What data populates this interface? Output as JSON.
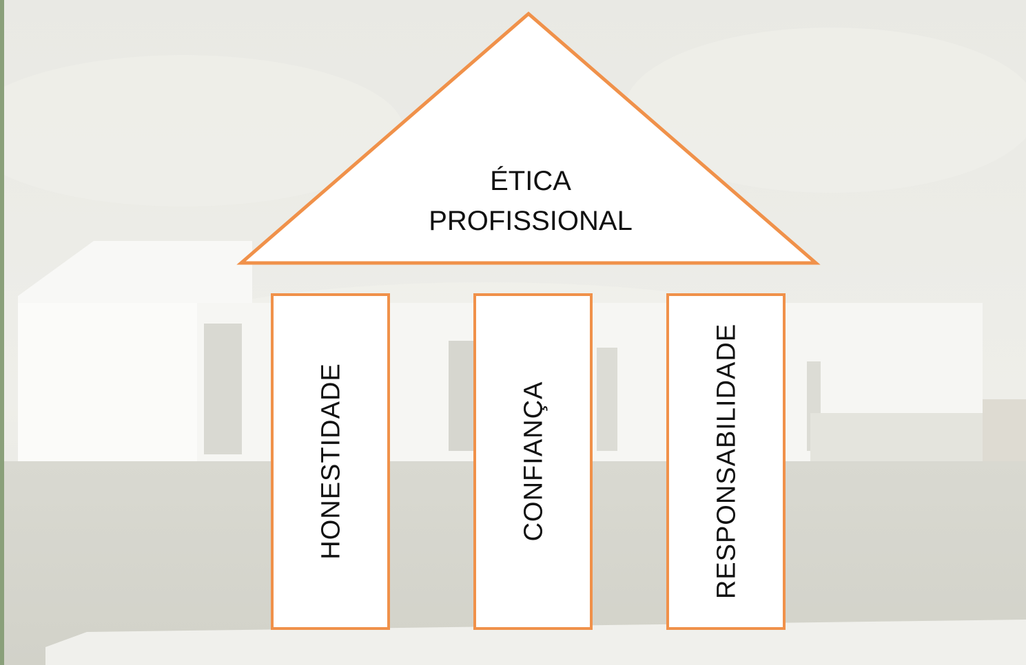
{
  "diagram": {
    "roof": {
      "line1": "ÉTICA",
      "line2": "PROFISSIONAL"
    },
    "pillars": [
      {
        "label": "HONESTIDADE"
      },
      {
        "label": "CONFIANÇA"
      },
      {
        "label": "RESPONSABILIDADE"
      }
    ]
  },
  "colors": {
    "outline": "#f0914a",
    "fill": "#ffffff",
    "text": "#111111",
    "background_tint": "#ecebe4"
  }
}
